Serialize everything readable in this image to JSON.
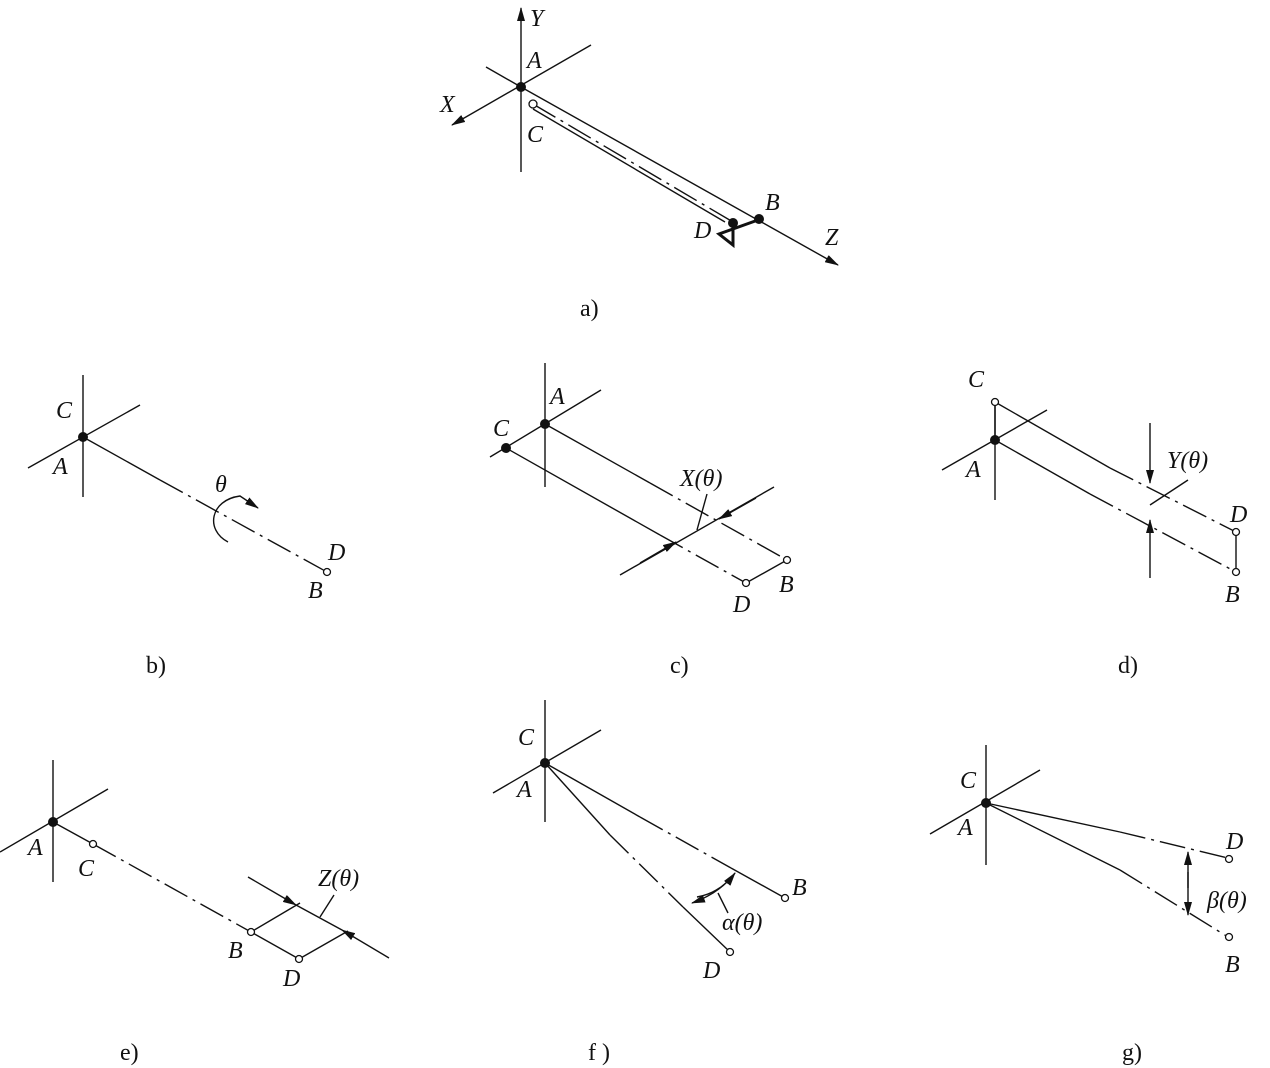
{
  "figure": {
    "a": {
      "caption": "a)",
      "labels": {
        "y_axis": "Y",
        "x_axis": "X",
        "z_axis": "Z",
        "A": "A",
        "B": "B",
        "C": "C",
        "D": "D"
      }
    },
    "b": {
      "caption": "b)",
      "labels": {
        "C": "C",
        "A": "A",
        "D": "D",
        "B": "B",
        "angle": "θ"
      }
    },
    "c": {
      "caption": "c)",
      "labels": {
        "A": "A",
        "C": "C",
        "B": "B",
        "D": "D",
        "param": "X(θ)"
      }
    },
    "d": {
      "caption": "d)",
      "labels": {
        "C": "C",
        "A": "A",
        "D": "D",
        "B": "B",
        "param": "Y(θ)"
      }
    },
    "e": {
      "caption": "e)",
      "labels": {
        "A": "A",
        "C": "C",
        "B": "B",
        "D": "D",
        "param": "Z(θ)"
      }
    },
    "f": {
      "caption": "f )",
      "labels": {
        "C": "C",
        "A": "A",
        "B": "B",
        "D": "D",
        "param": "α(θ)"
      }
    },
    "g": {
      "caption": "g)",
      "labels": {
        "C": "C",
        "A": "A",
        "D": "D",
        "B": "B",
        "param": "β(θ)"
      }
    }
  }
}
